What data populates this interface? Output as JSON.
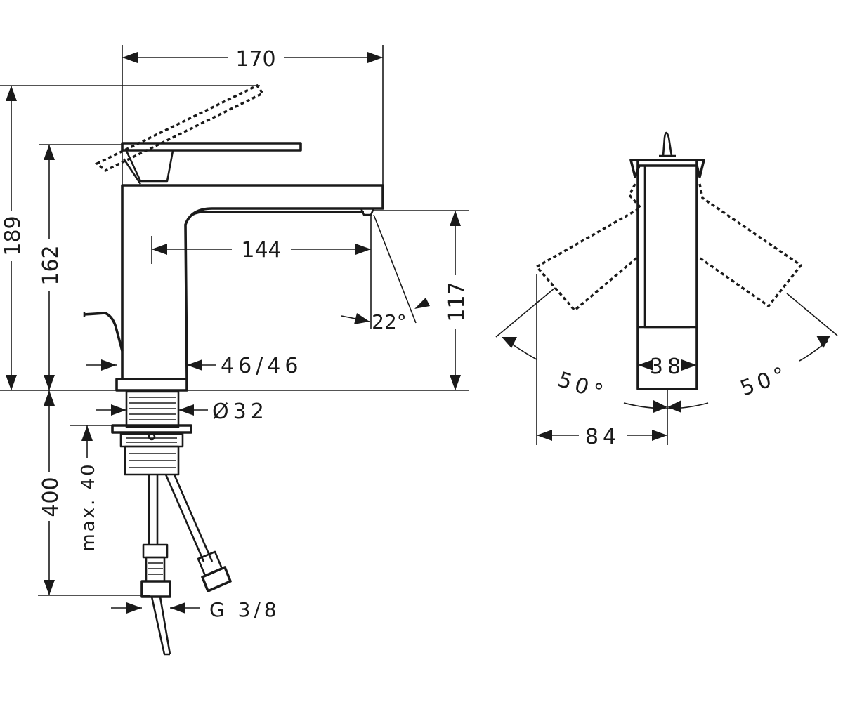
{
  "dimensions": {
    "width_top": "170",
    "height_total": "189",
    "height_lever": "162",
    "spout_reach": "144",
    "spout_height": "117",
    "spout_angle": "22°",
    "base": "46/46",
    "thread": "Ø32",
    "hose_length": "400",
    "max_counter": "max. 40",
    "connection": "G 3/8",
    "lever_width": "38",
    "swing_left": "50°",
    "swing_right": "50°",
    "swing_radius": "84"
  },
  "colors": {
    "line": "#1a1a1a",
    "background": "#ffffff"
  }
}
